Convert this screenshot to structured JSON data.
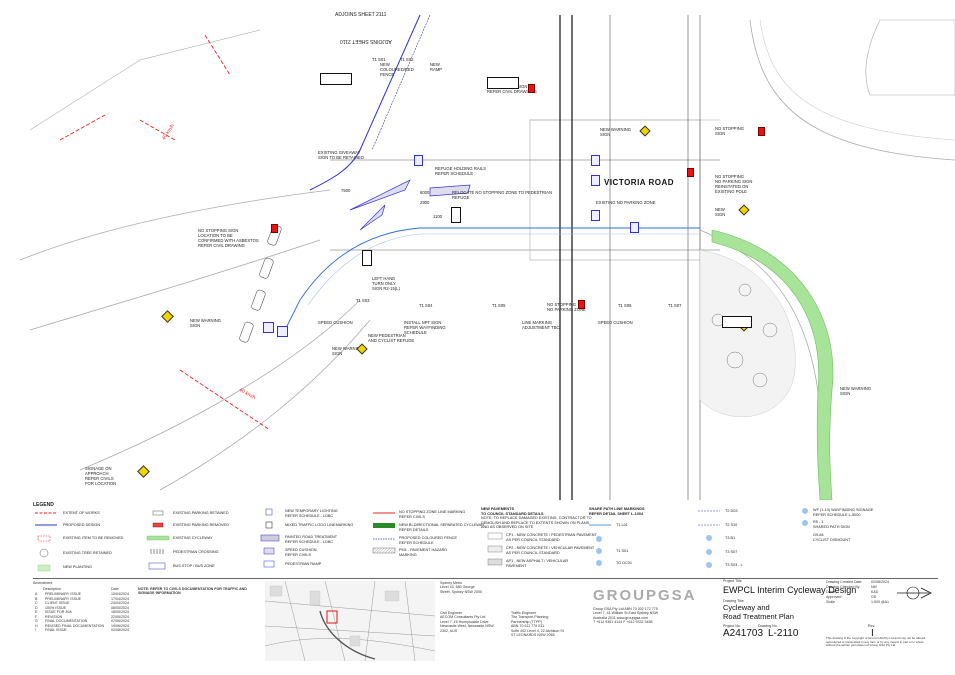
{
  "adjoining": {
    "top": "ADJOINS SHEET 2111",
    "bottom": "ADJOINS SHEET 2110"
  },
  "road_name": "VICTORIA ROAD",
  "dims": [
    "7500",
    "6000",
    "2900",
    "1100"
  ],
  "chainage": [
    "T1 S01",
    "T1 S02",
    "T1 S03",
    "T1 S04",
    "T1 S05",
    "T1 S06",
    "T1 S07"
  ],
  "callouts": [
    "NEW\nCOLOURED/RED\nFENCE",
    "NEW\nRAMP",
    "NO STOPPING SIGN\nREFER CIVIL DRAWINGS",
    "EXISTING GIVEAWAY\nSIGN TO BE RETAINED",
    "REFUGE HOLDING RAILS\nREFER SCHEDULE",
    "RELOCATE NO STOPPING ZONE TO PEDESTRIAN\nREFUGE",
    "NEW WARNING\nSIGN",
    "EXISTING NO PARKING ZONE",
    "NO STOPPING\nSIGN",
    "NO STOPPING\nNO PARKING SIGN\nREINSTATED ON\nEXISTING POLE",
    "NEW\nSIGN",
    "NO STOPPING SIGN\nLOCATION TO BE\nCONFIRMED WITH ASBESTOS\nREFER CIVIL DRAWING",
    "NEW WARNING\nSIGN",
    "LEFT HAND\nTURN ONLY\nSIGN R2-15(L)",
    "SPEED CUSHION",
    "NEW PEDESTRIAN\nAND CYCLIST REFUGE",
    "NEW WARNING\nSIGN",
    "INSTALL NPT SIGN\nREFER WAYFINDING\nSCHEDULE",
    "LINE MARKING\nADJUSTMENT TBC",
    "NO STOPPING\nNO PARKING ZONE",
    "SPEED CUSHION",
    "NEW WARNING\nSIGN",
    "SIGNAGE ON\nAPPROACH\nREFER CIVILS\nFOR LOCATION"
  ],
  "speed": [
    "40 km/h",
    "40 km/h"
  ],
  "legend": {
    "title": "LEGEND",
    "items": [
      "EXTENT OF WORKS",
      "PROPOSED DESIGN",
      "EXISTING ITEM TO BE REMOVED",
      "EXISTING TREE RETAINED",
      "NEW PLANTING",
      "EXISTING PARKING RETAINED",
      "EXISTING PARKING REMOVED",
      "EXISTING CYCLEWAY",
      "PEDESTRIAN CROSSING",
      "BUS STOP / BUS ZONE",
      "NEW TEMPORARY LIGHTING\nREFER SCHEDULE - LDBC",
      "MIXED TRAFFIC LOGO LINEMARKING",
      "PAINTED ROAD TREATMENT\nREFER SCHEDULE - LDBC",
      "SPEED CUSHION\nREFER CIVILS",
      "PEDESTRIAN RAMP",
      "NO STOPPING ZONE LINE MARKING\nREFER CIVILS",
      "NEW BI-DIRECTIONAL SEPARATED CYCLEWAY\nREFER DETAILS",
      "PROPOSED COLOURED FENCE\nREFER SCHEDULE",
      "PM1 - PAVEMENT HAZARD\nMARKING",
      "NEW PAVEMENTS\nTO COUNCIL STANDARD DETAILS",
      "NOTE: TO REPLACE DAMAGED EXISTING, CONTRACTOR TO\nDEMOLISH AND REPLACE TO EXTENTS SHOWN ON PLANS\nAND AS OBSERVED ON SITE",
      "CP1 - NEW CONCRETE / PEDESTRIAN PAVEMENT\nAS PER COUNCIL STANDARD",
      "CP2 - NEW CONCRETE / VEHICULAR PAVEMENT\nAS PER COUNCIL STANDARD",
      "AP1 - NEW ASPHALT / VEHICULAR\nPAVEMENT",
      "SHARE PATH LINE MARKINGS\nREFER DETAIL SHEET L-1004",
      "T1 L01",
      "T1 S01",
      "TO DC01",
      "T2 D03",
      "T2 S10",
      "T3 B1",
      "T3 S07",
      "T3 S03 - L",
      "WF (1-10) WAYFINDING SIGNAGE\nREFER SCHEDULE L-5000",
      "R5 - 1\nSHARED PATH SIGN",
      "G9-84\nCYCLIST DISMOUNT"
    ]
  },
  "amendments": {
    "head": [
      "Amendment",
      "Description",
      "Date"
    ],
    "rows": [
      [
        "A",
        "PRELIMINARY ISSUE",
        "10/04/2024"
      ],
      [
        "B",
        "PRELIMINARY ISSUE",
        "17/04/2024"
      ],
      [
        "C",
        "CLIENT ISSUE",
        "24/04/2024"
      ],
      [
        "D",
        "100% ISSUE",
        "08/05/2024"
      ],
      [
        "E",
        "ISSUE FOR 40A",
        "18/05/2024"
      ],
      [
        "F",
        "REVISION",
        "22/05/2024"
      ],
      [
        "G",
        "FINAL DOCUMENTATION",
        "07/06/2024"
      ],
      [
        "H",
        "REVISED FINAL DOCUMENTATION",
        "19/06/2024"
      ],
      [
        "I",
        "FINAL ISSUE",
        "02/08/2024"
      ]
    ],
    "note": "NOTE: REFER TO CIVILS DOCUMENTATION FOR TRAFFIC AND SIGNAGE INFORMATION"
  },
  "office": "Sydney Metro\nLevel 43, 680 George\nStreet, Sydney NSW 2000",
  "civil_engineer": "Civil Engineer\nAECOM Consultants Pty Ltd\nLevel 7, 16 Honeysuckle Drive\nNewcastle West, Newcastle NSW\n2302, AUS",
  "traffic_engineer": "Traffic Engineer\nThe Transport Planning\nPartnership (TTPP)\nABN 70 611 779 031\nSuite 402 Level 4, 22 Atchison St\nST LEONARDS NSW 2065",
  "firm": {
    "logo": "GROUPGSA",
    "details": "Group GSA Pty Ltd ABN 70 002 172 775\nLevel 7, 41 William St East Sydney NSW\nAustralia 2011   www.groupgsa.com\nT +612 9361 4144   F +612 9332 3458"
  },
  "project": {
    "title": "EWPCL Interim Cycleway Design",
    "drawing_title": "Cycleway and\nRoad Treatment Plan",
    "number": "A241703",
    "sheet": "L-2110",
    "rev": "I",
    "scale": "1:500 @A1",
    "fields": [
      [
        "Drawing Created Date",
        "02/08/2024"
      ],
      [
        "Drawing Checked By",
        "NM"
      ],
      [
        "Drawn",
        "KAD"
      ],
      [
        "Approved",
        "GD"
      ],
      [
        "Scale",
        "1:500 @A1"
      ]
    ],
    "labels": {
      "project": "Project Title",
      "drawing": "Drawing Title",
      "number": "Project No.",
      "sheet": "Drawing No.",
      "rev": "Rev."
    },
    "copyright": "This drawing is the copyright of Group GSA Pty Ltd and may not be altered,\nreproduced or transmitted in any form or by any means in part or in whole\nwithout the written permission of Group GSA Pty Ltd."
  }
}
